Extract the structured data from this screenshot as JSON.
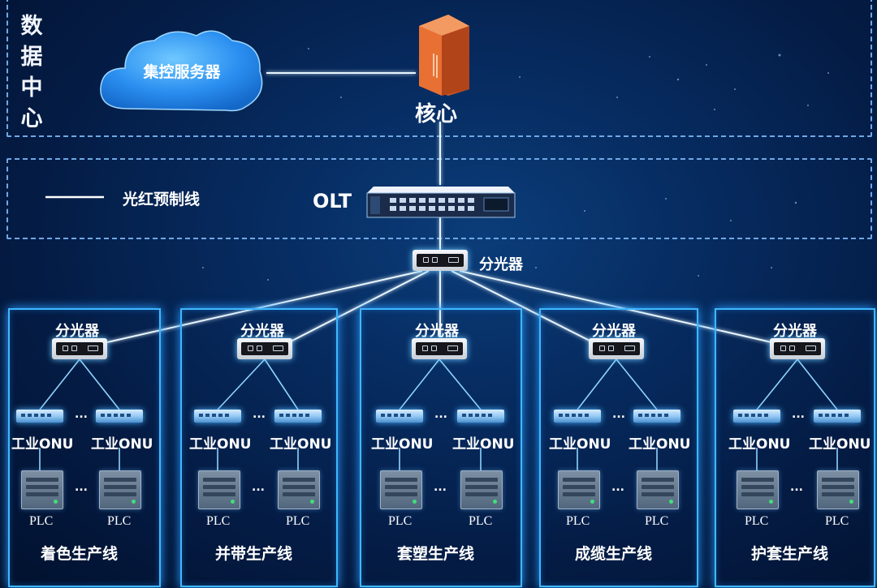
{
  "data_center_label": [
    "数",
    "据",
    "中",
    "心"
  ],
  "server": {
    "label": "集控服务器"
  },
  "core": {
    "label": "核心"
  },
  "olt": {
    "label": "OLT"
  },
  "legend": {
    "label": "光红预制线"
  },
  "main_splitter": {
    "label": "分光器"
  },
  "lines": [
    {
      "name": "着色生产线",
      "splitter": "分光器",
      "onus": [
        "工业ONU",
        "工业ONU"
      ],
      "plcs": [
        "PLC",
        "PLC"
      ],
      "ellipsis": "..."
    },
    {
      "name": "并带生产线",
      "splitter": "分光器",
      "onus": [
        "工业ONU",
        "工业ONU"
      ],
      "plcs": [
        "PLC",
        "PLC"
      ],
      "ellipsis": "..."
    },
    {
      "name": "套塑生产线",
      "splitter": "分光器",
      "onus": [
        "工业ONU",
        "工业ONU"
      ],
      "plcs": [
        "PLC",
        "PLC"
      ],
      "ellipsis": "..."
    },
    {
      "name": "成缆生产线",
      "splitter": "分光器",
      "onus": [
        "工业ONU",
        "工业ONU"
      ],
      "plcs": [
        "PLC",
        "PLC"
      ],
      "ellipsis": "..."
    },
    {
      "name": "护套生产线",
      "splitter": "分光器",
      "onus": [
        "工业ONU",
        "工业ONU"
      ],
      "plcs": [
        "PLC",
        "PLC"
      ],
      "ellipsis": "..."
    }
  ]
}
